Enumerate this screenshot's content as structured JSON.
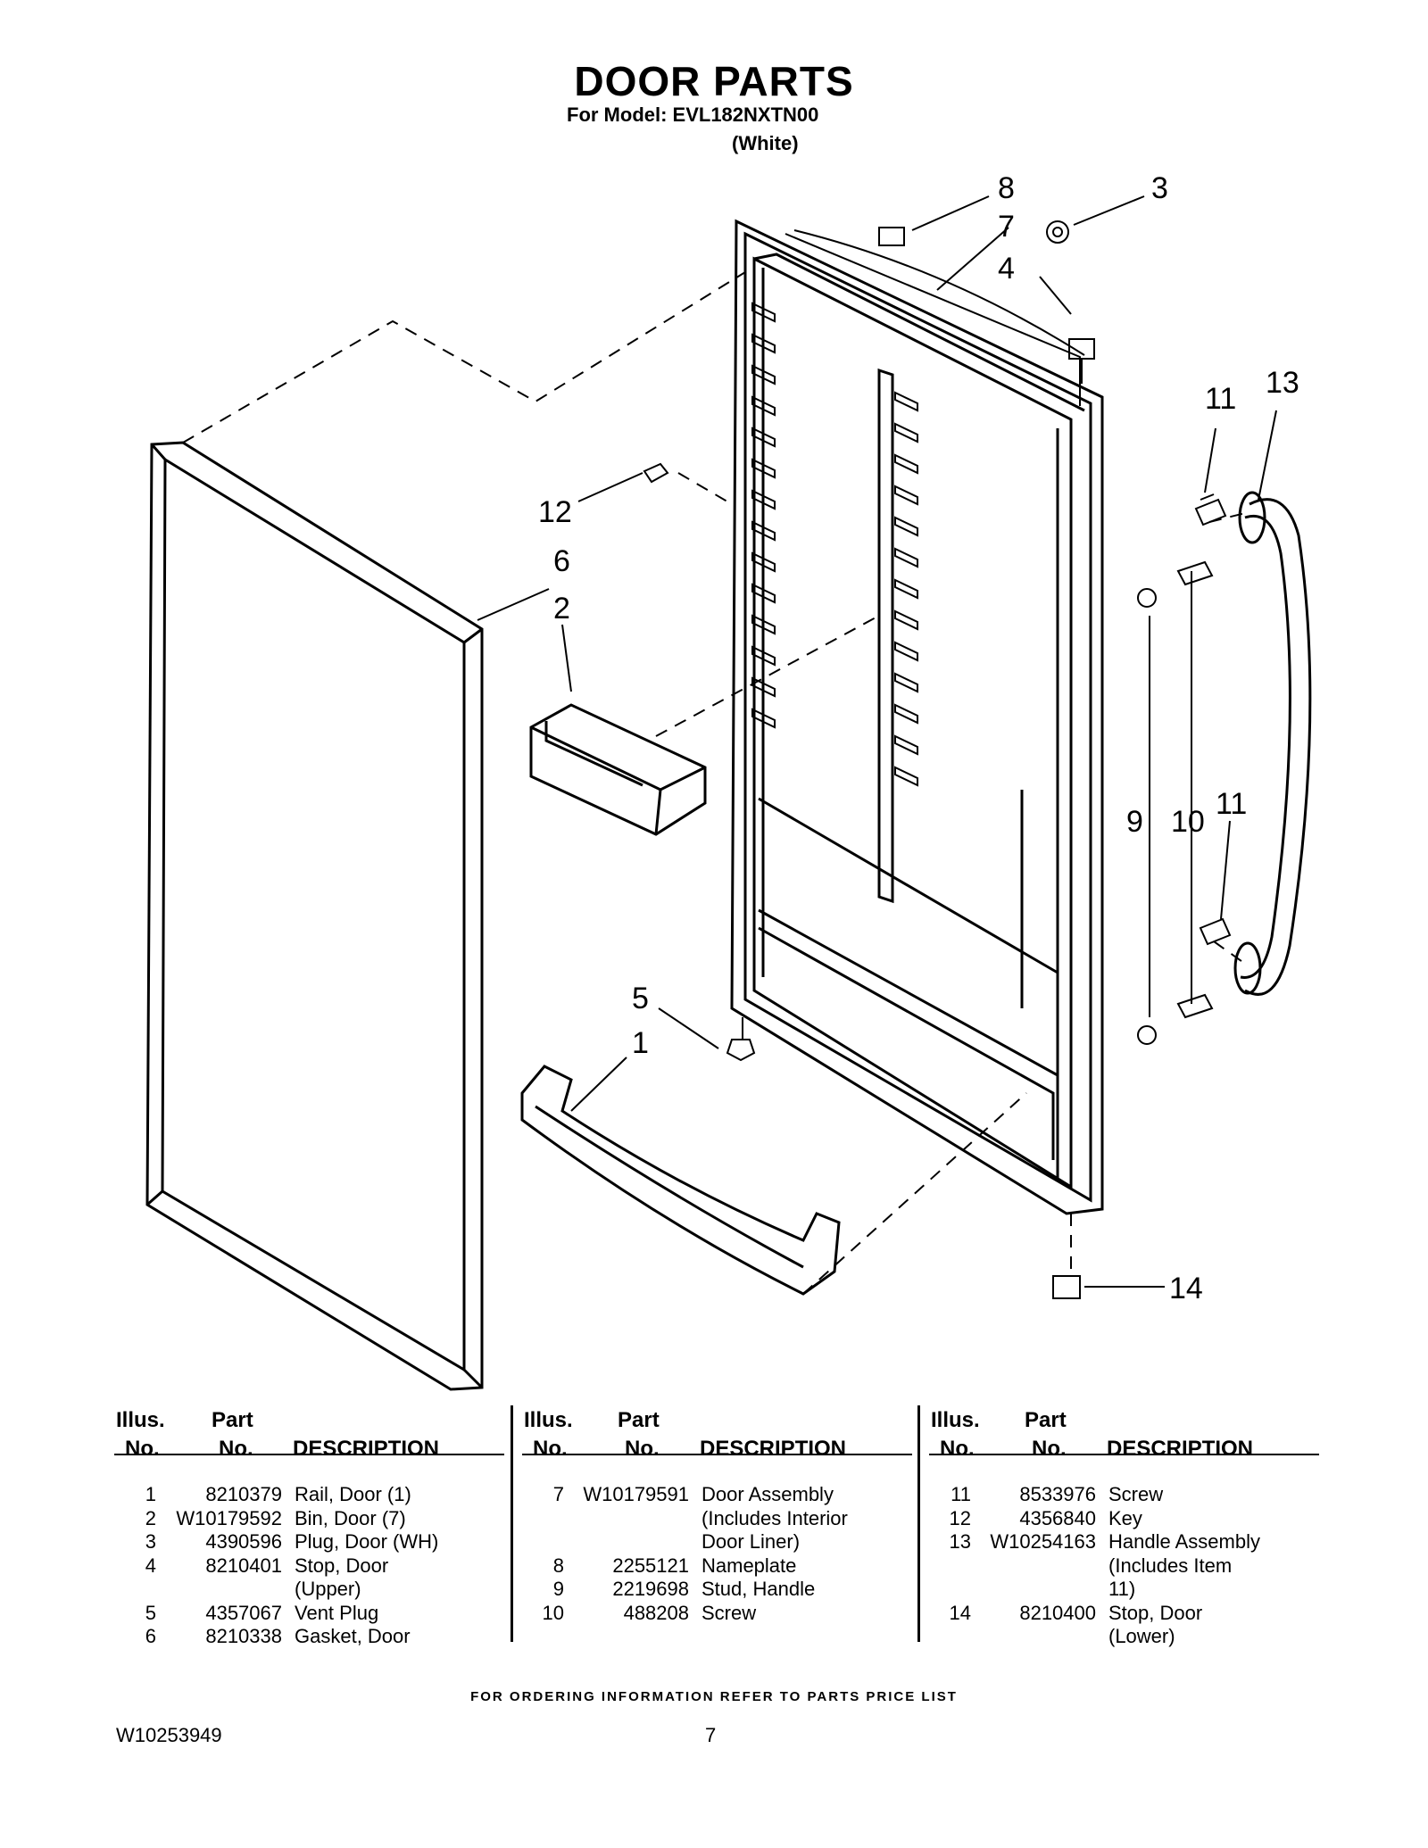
{
  "header": {
    "title": "DOOR PARTS",
    "model_line": "For Model: EVL182NXTN00",
    "color_line": "(White)"
  },
  "callouts": [
    "8",
    "3",
    "7",
    "4",
    "11",
    "13",
    "12",
    "6",
    "2",
    "9",
    "10",
    "11",
    "5",
    "1",
    "14"
  ],
  "table": {
    "headers": {
      "illus_1": "Illus.",
      "illus_2": "No.",
      "part_1": "Part",
      "part_2": "No.",
      "description": "DESCRIPTION"
    },
    "columns": [
      {
        "rows": [
          {
            "illus": "1",
            "part": "8210379",
            "desc": "Rail, Door (1)"
          },
          {
            "illus": "2",
            "part": "W10179592",
            "desc": "Bin, Door (7)"
          },
          {
            "illus": "3",
            "part": "4390596",
            "desc": "Plug, Door (WH)"
          },
          {
            "illus": "4",
            "part": "8210401",
            "desc": "Stop, Door"
          },
          {
            "illus": "",
            "part": "",
            "desc": "(Upper)"
          },
          {
            "illus": "5",
            "part": "4357067",
            "desc": "Vent Plug"
          },
          {
            "illus": "6",
            "part": "8210338",
            "desc": "Gasket, Door"
          }
        ]
      },
      {
        "rows": [
          {
            "illus": "7",
            "part": "W10179591",
            "desc": "Door Assembly"
          },
          {
            "illus": "",
            "part": "",
            "desc": "(Includes Interior"
          },
          {
            "illus": "",
            "part": "",
            "desc": "Door Liner)"
          },
          {
            "illus": "8",
            "part": "2255121",
            "desc": "Nameplate"
          },
          {
            "illus": "9",
            "part": "2219698",
            "desc": "Stud, Handle"
          },
          {
            "illus": "10",
            "part": "488208",
            "desc": "Screw"
          }
        ]
      },
      {
        "rows": [
          {
            "illus": "11",
            "part": "8533976",
            "desc": "Screw"
          },
          {
            "illus": "12",
            "part": "4356840",
            "desc": "Key"
          },
          {
            "illus": "13",
            "part": "W10254163",
            "desc": "Handle Assembly"
          },
          {
            "illus": "",
            "part": "",
            "desc": "(Includes Item"
          },
          {
            "illus": "",
            "part": "",
            "desc": "11)"
          },
          {
            "illus": "14",
            "part": "8210400",
            "desc": "Stop, Door"
          },
          {
            "illus": "",
            "part": "",
            "desc": "(Lower)"
          }
        ]
      }
    ]
  },
  "footer": {
    "ordering_note": "FOR ORDERING INFORMATION REFER TO PARTS PRICE LIST",
    "document_number": "W10253949",
    "page_number": "7"
  }
}
